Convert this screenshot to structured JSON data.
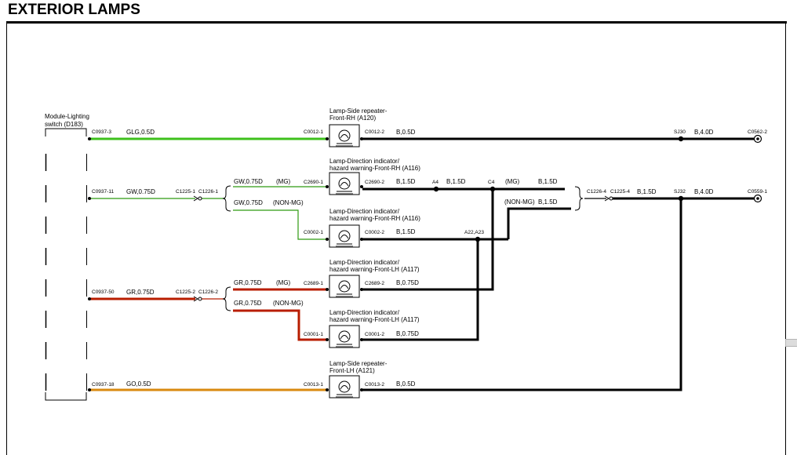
{
  "page": {
    "title": "EXTERIOR LAMPS"
  },
  "module": {
    "line1": "Module-Lighting",
    "line2": "switch (D183)"
  },
  "lamps": [
    {
      "line1": "Lamp-Side repeater-",
      "line2": "Front-RH (A120)"
    },
    {
      "line1": "Lamp-Direction indicator/",
      "line2": "hazard warning-Front-RH (A116)"
    },
    {
      "line1": "Lamp-Direction indicator/",
      "line2": "hazard warning-Front-RH (A116)"
    },
    {
      "line1": "Lamp-Direction indicator/",
      "line2": "hazard warning-Front-LH (A117)"
    },
    {
      "line1": "Lamp-Direction indicator/",
      "line2": "hazard warning-Front-LH (A117)"
    },
    {
      "line1": "Lamp-Side repeater-",
      "line2": "Front-LH (A121)"
    }
  ],
  "connectors": {
    "c0937_3": "C0937-3",
    "c0937_11": "C0937-11",
    "c0937_50": "C0937-50",
    "c0937_18": "C0937-18",
    "c1225_1": "C1225-1",
    "c1226_1": "C1226-1",
    "c1225_2": "C1225-2",
    "c1226_2": "C1226-2",
    "c0012_1": "C0012-1",
    "c0012_2": "C0012-2",
    "c2690_1": "C2690-1",
    "c2690_2": "C2690-2",
    "c0002_1": "C0002-1",
    "c0002_2": "C0002-2",
    "c2689_1": "C2689-1",
    "c2689_2": "C2689-2",
    "c0001_1": "C0001-1",
    "c0001_2": "C0001-2",
    "c0013_1": "C0013-1",
    "c0013_2": "C0013-2",
    "c1226_4": "C1226-4",
    "c1225_4": "C1225-4",
    "c0562_2": "C0562-2",
    "c0559_1": "C0559-1"
  },
  "splices": {
    "sj30": "SJ30",
    "sj32": "SJ32",
    "a4": "A4",
    "c4": "C4",
    "a22_a23": "A22,A23"
  },
  "wires": {
    "glg": "GLG,0.5D",
    "gw075": "GW,0.75D",
    "gw075_mg": "GW,0.75D",
    "gw075_nonmg": "GW,0.75D",
    "gr075": "GR,0.75D",
    "gr075_mg": "GR,0.75D",
    "gr075_nonmg": "GR,0.75D",
    "go": "GO,0.5D",
    "b05_top": "B,0.5D",
    "b40_top": "B,4.0D",
    "b15_2690": "B,1.5D",
    "b15_a4": "B,1.5D",
    "b15_c4mg": "B,1.5D",
    "b15_nonmg": "B,1.5D",
    "b15_1225": "B,1.5D",
    "b40_mid": "B,4.0D",
    "b15_0002": "B,1.5D",
    "b075_2689": "B,0.75D",
    "b075_0001": "B,0.75D",
    "b05_bottom": "B,0.5D"
  },
  "variants": {
    "mg1": "(MG)",
    "nonmg1": "(NON-MG)",
    "mg2": "(MG)",
    "mg3": "(MG)",
    "nonmg2": "(NON-MG)",
    "nonmg3": "(NON-MG)"
  },
  "colors": {
    "green": "#3ec01c",
    "green_thin": "#2f9a12",
    "red": "#b81d00",
    "orange": "#d98a10",
    "black": "#000000"
  }
}
